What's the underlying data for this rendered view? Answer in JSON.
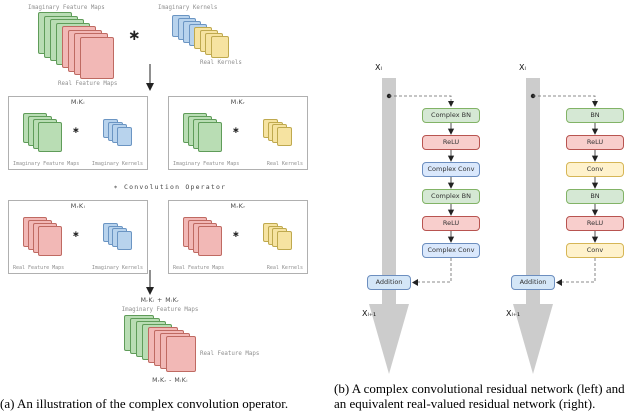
{
  "colors": {
    "sheet-green": "#b9ddb4",
    "sheet-green-border": "#5f9c59",
    "sheet-red": "#f2b8b6",
    "sheet-red-border": "#bf6a62",
    "sheet-blue": "#b8d3ed",
    "sheet-blue-border": "#6b95c3",
    "sheet-yellow": "#f6e3a1",
    "sheet-yellow-border": "#bfa94e",
    "node-green": "#d5e8d4",
    "node-green-border": "#82b366",
    "node-red": "#f8cecc",
    "node-red-border": "#b85450",
    "node-blue": "#dae8fc",
    "node-blue-border": "#6c8ebf",
    "node-yellow": "#fff2cc",
    "node-yellow-border": "#d6b656",
    "node-addition": "#d4e6f7",
    "node-addition-border": "#6c8ebf",
    "ribbon": "#cccccc",
    "label": "#8f8f8f",
    "formula": "#4a4a4a"
  },
  "figure_a": {
    "caption": "(a) An illustration of the complex convolution operator.",
    "star": "∗",
    "operator_label": "∗ Convolution Operator",
    "input_maps": {
      "top": "Imaginary Feature Maps",
      "bottom": "Real Feature Maps"
    },
    "input_kernels": {
      "top": "Imaginary Kernels",
      "bottom": "Real Kernels"
    },
    "products": [
      {
        "formula": "MᵢKᵢ",
        "map_label": "Imaginary Feature Maps",
        "kernel_label": "Imaginary Kernels"
      },
      {
        "formula": "MᵢKᵣ",
        "map_label": "Imaginary Feature Maps",
        "kernel_label": "Real Kernels"
      },
      {
        "formula": "MᵣKᵢ",
        "map_label": "Real Feature Maps",
        "kernel_label": "Imaginary Kernels"
      },
      {
        "formula": "MᵣKᵣ",
        "map_label": "Real Feature Maps",
        "kernel_label": "Real Kernels"
      }
    ],
    "output": {
      "imaginary_formula": "MᵣKᵢ + MᵢKᵣ",
      "imaginary_label": "Imaginary Feature Maps",
      "real_label": "Real Feature Maps",
      "real_formula": "MᵣKᵣ - MᵢKᵢ"
    }
  },
  "figure_b": {
    "caption": "(b) A complex convolutional residual network (left) and an equivalent real-valued residual network (right).",
    "complex_network": {
      "input_label": "Xₗ",
      "output_label": "Xₗ₊₁",
      "addition_label": "Addition",
      "layers": [
        {
          "label": "Complex BN"
        },
        {
          "label": "ReLU"
        },
        {
          "label": "Complex Conv"
        },
        {
          "label": "Complex BN"
        },
        {
          "label": "ReLU"
        },
        {
          "label": "Complex Conv"
        }
      ]
    },
    "real_network": {
      "input_label": "Xₗ",
      "output_label": "Xₗ₊₁",
      "addition_label": "Addition",
      "layers": [
        {
          "label": "BN"
        },
        {
          "label": "ReLU"
        },
        {
          "label": "Conv"
        },
        {
          "label": "BN"
        },
        {
          "label": "ReLU"
        },
        {
          "label": "Conv"
        }
      ]
    }
  }
}
